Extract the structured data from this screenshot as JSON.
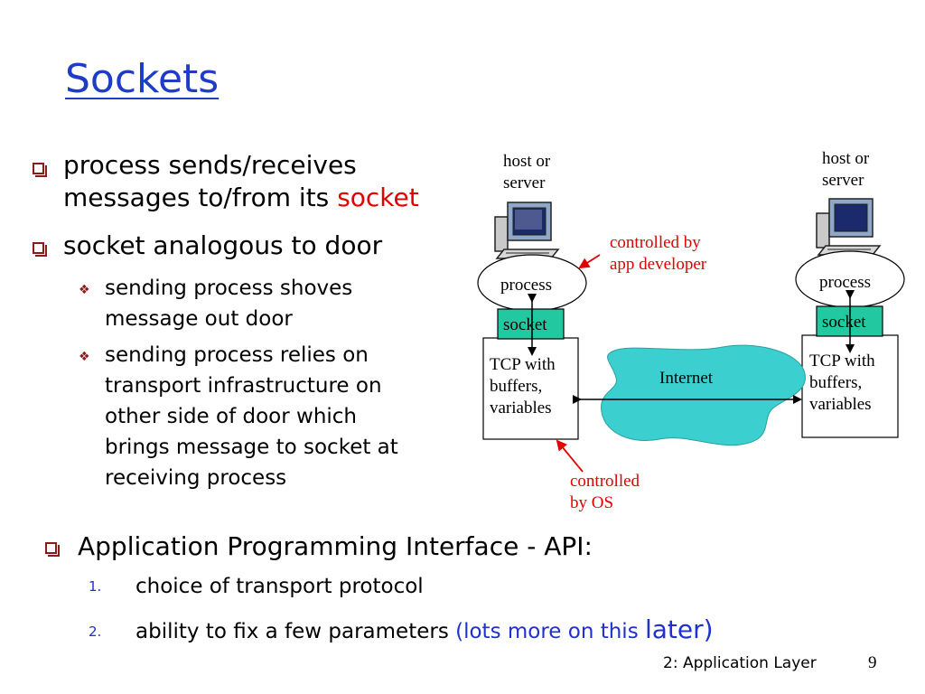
{
  "title": "Sockets",
  "bullets": {
    "b1_line1": "process sends/receives",
    "b1_line2_pre": "messages to/from its ",
    "b1_line2_red": "socket",
    "b2": "socket analogous to door",
    "sub1_line1": "sending process shoves",
    "sub1_line2": "message out door",
    "sub2_lines": [
      "sending process relies on",
      "transport infrastructure on",
      "other side of door which",
      "brings message to socket at",
      "receiving process"
    ]
  },
  "diagram": {
    "left_host": [
      "host or",
      "server"
    ],
    "right_host": [
      "host or",
      "server"
    ],
    "process_label": "process",
    "socket_label": "socket",
    "tcp_lines": [
      "TCP with",
      "buffers,",
      "variables"
    ],
    "internet_label": "Internet",
    "controlled_app": [
      "controlled by",
      "app developer"
    ],
    "controlled_os": [
      "controlled",
      "by OS"
    ],
    "colors": {
      "socket_fill": "#22c9a0",
      "internet_fill": "#3ccfcf",
      "annotation": "#e00000"
    }
  },
  "api": {
    "heading": "Application Programming Interface - API:",
    "item1_num": "1.",
    "item1": "choice of transport protocol",
    "item2_num": "2.",
    "item2_pre": "ability to fix a few parameters ",
    "item2_blue": "(lots more on  this ",
    "item2_blue_big": "later)"
  },
  "footer": {
    "chapter": "2: Application Layer",
    "page": "9"
  }
}
